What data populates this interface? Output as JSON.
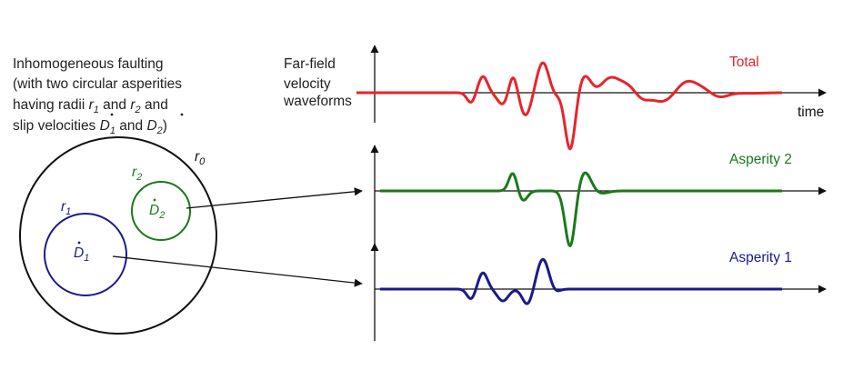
{
  "intro": {
    "line1": "Inhomogeneous faulting",
    "line2": "(with two circular asperities",
    "line3_pre": "having radii ",
    "r1_sym": "r",
    "r1_sub": "1",
    "and1": " and ",
    "r2_sym": "r",
    "r2_sub": "2",
    "and1_tail": " and",
    "line4_pre": "slip velocities ",
    "d1_sym": "D",
    "d1_sub": "1",
    "and2": " and ",
    "d2_sym": "D",
    "d2_sub": "2",
    "line4_tail": ")"
  },
  "waveform_heading": {
    "line1": "Far-field",
    "line2": "velocity",
    "line3": "waveforms"
  },
  "fault": {
    "outer_label": "r",
    "outer_sub": "0",
    "asperity1_radius_label": "r",
    "asperity1_radius_sub": "1",
    "asperity1_slip": "D",
    "asperity1_slip_sub": "1",
    "asperity2_radius_label": "r",
    "asperity2_radius_sub": "2",
    "asperity2_slip": "D",
    "asperity2_slip_sub": "2"
  },
  "traces": {
    "total": {
      "label": "Total",
      "color": "#e8242b"
    },
    "asperity2": {
      "label": "Asperity 2",
      "color": "#1a7a1a"
    },
    "asperity1": {
      "label": "Asperity 1",
      "color": "#1a1a8c"
    },
    "axis_label": "time"
  },
  "colors": {
    "axis": "#111111",
    "outline": "#111111"
  }
}
